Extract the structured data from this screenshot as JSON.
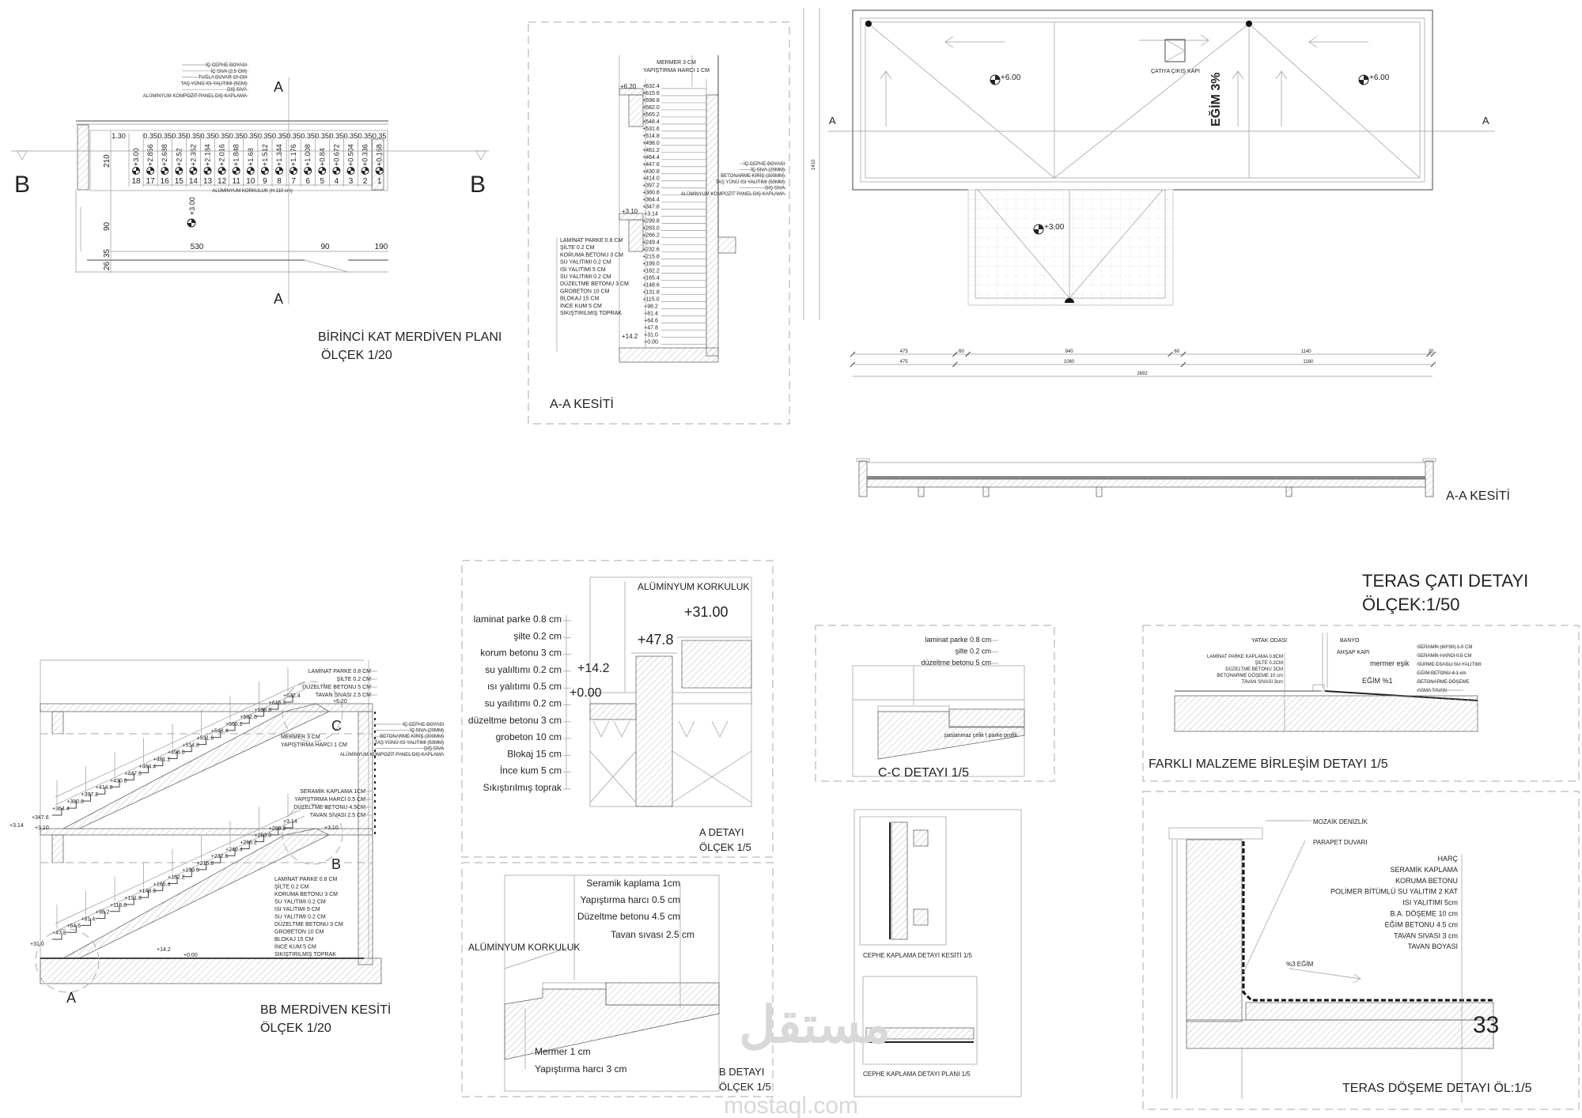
{
  "plan": {
    "title": "BİRİNCİ KAT MERDİVEN PLANI",
    "scale": "ÖLÇEK 1/20",
    "section_a": "A",
    "section_b": "B",
    "legend": [
      "İÇ CEPHE BOYASI",
      "İÇ SIVA (2.5 CM)",
      "TUĞLA DUVAR 10 CM",
      "TAŞ YÜNÜ ISI YALITIMI (5CM)",
      "DIŞ SIVA",
      "ALÜMİNYUM KOMPOZİT PANEL DIŞ KAPLAMA"
    ],
    "landing_dim": "1.30",
    "tread_dims": [
      "0.35",
      "0.35",
      "0.35",
      "0.35",
      "0.35",
      "0.35",
      "0.35",
      "0.35",
      "0.35",
      "0.35",
      "0.35",
      "0.35",
      "0.35",
      "0.35",
      "0.35",
      "0.35",
      "0.35"
    ],
    "step_levels": [
      "+3.00",
      "+2.856",
      "+2.688",
      "+2.52",
      "+2.352",
      "+2.184",
      "+2.016",
      "+1.848",
      "+1.68",
      "+1.512",
      "+1.344",
      "+1.176",
      "+1.008",
      "+0.84",
      "+0.672",
      "+0.504",
      "+0.336",
      "+0.168"
    ],
    "step_numbers": [
      "18",
      "17",
      "16",
      "15",
      "14",
      "13",
      "12",
      "11",
      "10",
      "9",
      "8",
      "7",
      "6",
      "5",
      "4",
      "3",
      "2",
      "1"
    ],
    "railing": "ALÜMİNYUM KORKULUK (H:110 cm)",
    "landing_level": "+3.00",
    "dims": {
      "h530": "530",
      "h90": "90",
      "h190": "190",
      "v210": "210",
      "v90": "90",
      "v35": "35",
      "v26": "26"
    }
  },
  "aa_section": {
    "title": "A-A KESİTİ",
    "top_labels": [
      "MERMER 3 CM",
      "YAPIŞTIRMA HARCI 1 CM"
    ],
    "level_top": "+6.20",
    "level_mid": "+3.10",
    "level_low": "+14.2",
    "elevations": [
      "+632.4",
      "+615.6",
      "+598.8",
      "+582.0",
      "+565.2",
      "+548.4",
      "+531.6",
      "+514.8",
      "+498.0",
      "+481.2",
      "+464.4",
      "+447.6",
      "+430.8",
      "+414.0",
      "+397.2",
      "+380.8",
      "+364.4",
      "+347.6",
      "+3.14",
      "+299.8",
      "+283.0",
      "+266.2",
      "+249.4",
      "+232.6",
      "+215.8",
      "+199.0",
      "+182.2",
      "+165.4",
      "+148.6",
      "+131.8",
      "+115.0",
      "+98.2",
      "+81.4",
      "+64.6",
      "+47.8",
      "+31.0",
      "+0.00"
    ],
    "floor_layers": [
      "LAMİNAT PARKE 0.8 CM",
      "ŞİLTE 0.2 CM",
      "KORUMA BETONU 3 CM",
      "SU YALITIMI 0.2 CM",
      "ISI YALITIMI 5 CM",
      "SU YALITIMI 0.2 CM",
      "DÜZELTME BETONU 3 CM",
      "GROBETON 10 CM",
      "BLOKAJ 15 CM",
      "İNCE KUM 5 CM",
      "SIKIŞTIRILMIŞ TOPRAK"
    ],
    "wall_layers": [
      "İÇ CEPHE BOYASI",
      "İÇ SIVA (20MM)",
      "BETONARME KİRİŞ (300MM)",
      "TAŞ YÜNÜ ISI YALITIMI (50MM)",
      "DIŞ SIVA",
      "ALÜMİNYUM KOMPOZİT PANEL DIŞ KAPLAMA"
    ],
    "height_dim": "1410"
  },
  "roof_plan": {
    "level_left": "+6.00",
    "level_right": "+6.00",
    "level_terrace": "+3.00",
    "exit_door": "ÇATIYA ÇIKIŞ KAPI",
    "slope": "EĞİM 3%",
    "section_mark": "A",
    "dims_row1": [
      {
        "v": 475,
        "t": "475"
      },
      {
        "v": 60,
        "t": "60"
      },
      {
        "v": 940,
        "t": "940"
      },
      {
        "v": 60,
        "t": "60"
      },
      {
        "v": 1140,
        "t": "1140"
      },
      {
        "v": 20,
        "t": "20"
      }
    ],
    "dims_row2": [
      {
        "v": 475,
        "t": "475"
      },
      {
        "v": 1060,
        "t": "1060"
      },
      {
        "v": 1160,
        "t": "1160"
      }
    ],
    "dims_total": "2692",
    "section_title": "A-A KESİTİ"
  },
  "bb_section": {
    "title": "BB MERDİVEN KESİTİ",
    "scale": "ÖLÇEK 1/20",
    "upper_flight": [
      "+364.4",
      "+380.8",
      "+397.2",
      "+414.0",
      "+430.8",
      "+447.6",
      "+464.4",
      "+481.2",
      "+498.0",
      "+514.8",
      "+531.6",
      "+548.4",
      "+565.2",
      "+582.0",
      "+598.8",
      "+615.6",
      "+632.4"
    ],
    "lower_flight": [
      "+47.8",
      "+64.6",
      "+81.4",
      "+98.2",
      "+115.0",
      "+131.8",
      "+148.6",
      "+165.4",
      "+182.2",
      "+199.0",
      "+215.8",
      "+232.6",
      "+249.4",
      "+266.2",
      "+283.0",
      "+299.8",
      "+3.14"
    ],
    "levels": {
      "top": "+6.20",
      "mid_right": "+3.10",
      "mid_left": "+3.10",
      "mid_left2": "+3.14",
      "landing": "+347.6",
      "start": "+31.0",
      "ground_a": "+14.2",
      "ground_b": "+0.00"
    },
    "callouts": {
      "a": "A",
      "b": "B",
      "c": "C"
    },
    "top_layers": [
      "LAMİNAT PARKE 0.8 CM",
      "ŞİLTE 0.2 CM",
      "DÜZELTME BETONU 5 CM",
      "TAVAN SIVASI 2.5 CM"
    ],
    "stair_finish": [
      "MERMER 3 CM",
      "YAPIŞTIRMA HARCI 1 CM"
    ],
    "mid_layers": [
      "SERAMİK KAPLAMA 1CM",
      "YAPIŞTIRMA HARCI 0.5 CM",
      "DÜZELTME BETONU 4.5CM",
      "TAVAN SIVASI 2.5 CM"
    ],
    "floor_layers": [
      "LAMİNAT PARKE 0.8 CM",
      "ŞİLTE 0.2 CM",
      "KORUMA BETONU 3 CM",
      "SU YALITIMI 0.2 CM",
      "ISI YALITIMI 5 CM",
      "SU YALITIMI 0.2 CM",
      "DÜZELTME BETONU 3 CM",
      "GROBETON 10 CM",
      "BLOKAJ 15 CM",
      "İNCE KUM 5 CM",
      "SIKIŞTIRILMIŞ TOPRAK"
    ],
    "wall_layers": [
      "İÇ CEPHE BOYASI",
      "İÇ SIVA (20MM)",
      "BETONARME KİRİŞ (300MM)",
      "TAŞ YÜNÜ ISI YALITIMI (50MM)",
      "DIŞ SIVA",
      "ALÜMİNYUM KOMPOZİT PANEL DIŞ KAPLAMA"
    ]
  },
  "detail_a": {
    "title": "A DETAYI",
    "scale": "ÖLÇEK 1/5",
    "railing": "ALÜMİNYUM KORKULUK",
    "levels": [
      "+31.00",
      "+47.8",
      "+14.2",
      "+0.00"
    ],
    "layers": [
      "laminat parke 0.8 cm",
      "şilte 0.2 cm",
      "korum betonu 3 cm",
      "su yalıltımı 0.2 cm",
      "ısı yalıtımı 0.5 cm",
      "su yaılıtımı 0.2 cm",
      "düzeltme betonu 3 cm",
      "grobeton 10 cm",
      "Blokaj 15 cm",
      "İnce kum 5 cm",
      "Sıkıştırılmış toprak"
    ]
  },
  "detail_b": {
    "title": "B DETAYI",
    "scale": "ÖLÇEK 1/5",
    "railing": "ALÜMİNYUM KORKULUK",
    "layers": [
      "Seramik kaplama 1cm",
      "Yapıştırma harcı 0.5 cm",
      "Düzeltme betonu 4.5 cm",
      "Tavan sıvası 2.5 cm"
    ],
    "stair_layers": [
      "Mermer 1 cm",
      "Yapıştırma harcı 3 cm"
    ]
  },
  "detail_c": {
    "title": "C-C DETAYI 1/5",
    "layers": [
      "laminat parke 0.8 cm",
      "şilte 0.2 cm",
      "düzeltme betonu 5 cm"
    ],
    "profile": "paslanmaz çelik t parke profili"
  },
  "detail_material": {
    "title": "FARKLI MALZEME BİRLEŞİM  DETAYI 1/5",
    "room_left": "YATAK ODASI",
    "room_right": "BANYO",
    "door": "AHŞAP KAPI",
    "threshold": "mermer eşik",
    "slope": "EĞİM %1",
    "left_layers": [
      "LAMİNAT PARKE KAPLAMA 0.8CM",
      "ŞİLTE 0.2CM",
      "DÜZELTME BETONU 3CM",
      "BETONARME DÖŞEME 10 cm",
      "TAVAN SIVASI 3cm"
    ],
    "right_layers": [
      "SERAMİK (60*30) 1.0 CM",
      "SERAMİK HARCI 0.5 CM",
      "SÜRME ESASLI SU YALITIMI",
      "EĞİM BETONU 4.1 cm",
      "BETONARME DÖŞEME",
      "ASMA TAVAN"
    ]
  },
  "terrace_roof": {
    "title": "TERAS ÇATI DETAYI",
    "scale": "ÖLÇEK:1/50"
  },
  "facade": {
    "section_caption": "CEPHE KAPLAMA DETAYI KESİTİ 1/5",
    "plan_caption": "CEPHE KAPLAMA DETAYI PLANI 1/5"
  },
  "terrace_floor": {
    "title": "TERAS DÖŞEME  DETAYI   ÖL:1/5",
    "coping": "MOZAİK DENİZLİK",
    "parapet": "PARAPET DUVARI",
    "layers": [
      "HARÇ",
      "SERAMİK KAPLAMA",
      "KORUMA BETONU",
      "POLİMER BİTÜMLÜ SU YALITIM 2 KAT",
      "ISI YALITIMI 5cm",
      "B.A. DÖŞEME 10 cm",
      "EĞİM BETONU 4.5 cm",
      "TAVAN SIVASI 3 cm",
      "TAVAN BOYASI"
    ],
    "slope": "%3 EĞİM"
  },
  "page_number": "33",
  "watermark": {
    "arabic": "مستقل",
    "latin": "mostaql.com"
  }
}
